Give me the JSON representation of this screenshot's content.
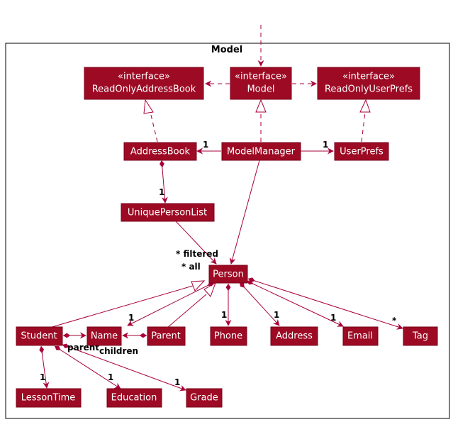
{
  "package": {
    "title": "Model"
  },
  "nodes": {
    "iReadOnlyAddressBook": {
      "stereotype": "«interface»",
      "name": "ReadOnlyAddressBook"
    },
    "iModel": {
      "stereotype": "«interface»",
      "name": "Model"
    },
    "iReadOnlyUserPrefs": {
      "stereotype": "«interface»",
      "name": "ReadOnlyUserPrefs"
    },
    "addressBook": {
      "name": "AddressBook"
    },
    "modelManager": {
      "name": "ModelManager"
    },
    "userPrefs": {
      "name": "UserPrefs"
    },
    "uniquePersonList": {
      "name": "UniquePersonList"
    },
    "person": {
      "name": "Person"
    },
    "student": {
      "name": "Student"
    },
    "nameClass": {
      "name": "Name"
    },
    "parent": {
      "name": "Parent"
    },
    "phone": {
      "name": "Phone"
    },
    "address": {
      "name": "Address"
    },
    "email": {
      "name": "Email"
    },
    "tag": {
      "name": "Tag"
    },
    "lessonTime": {
      "name": "LessonTime"
    },
    "education": {
      "name": "Education"
    },
    "grade": {
      "name": "Grade"
    }
  },
  "labels": {
    "mm_ab": "1",
    "mm_up": "1",
    "ab_upl": "1",
    "filtered": "* filtered",
    "all": "* all",
    "person_name": "1",
    "person_phone": "1",
    "person_address": "1",
    "person_email": "1",
    "person_tag": "*",
    "parent_role": "parent",
    "children_role": "children",
    "student_lesson": "1",
    "student_education": "1",
    "student_grade": "1"
  }
}
